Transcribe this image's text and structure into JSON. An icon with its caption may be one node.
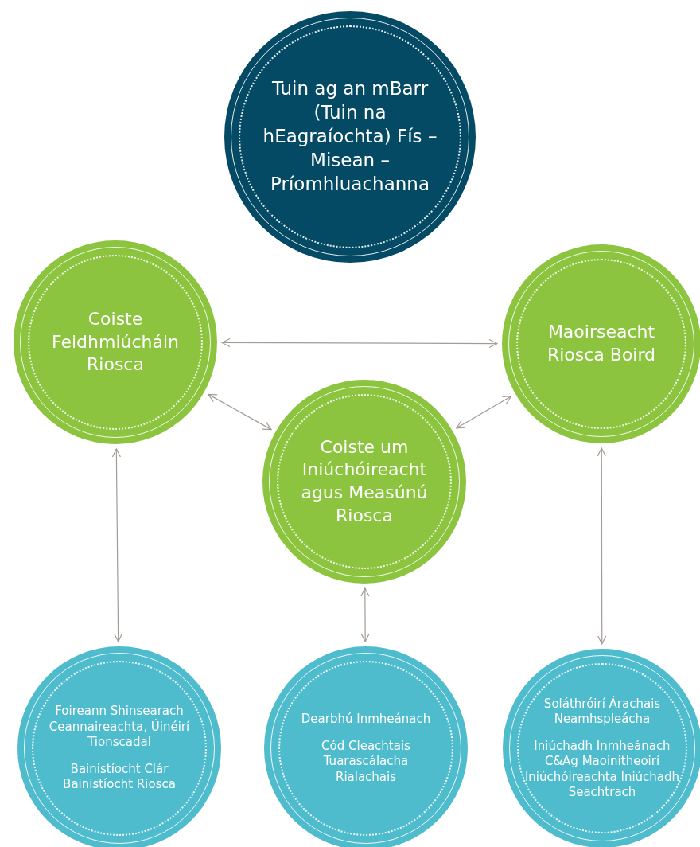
{
  "diagram": {
    "nodes": [
      {
        "text": [
          "Tuin ag an mBarr (Tuin na hEagraíochta) Fís – Misean – Príomhluachanna"
        ]
      },
      {
        "text": [
          "Coiste Feidhmiúcháin Riosca"
        ]
      },
      {
        "text": [
          "Maoirseacht Riosca Boird"
        ]
      },
      {
        "text": [
          "Coiste um Iniúchóireacht agus Measúnú Riosca"
        ]
      },
      {
        "text": [
          "Foireann Shinsearach Ceannaireachta, Úinéirí Tionscadal",
          "Bainistíocht Clár Bainistíocht Riosca"
        ]
      },
      {
        "text": [
          "Dearbhú Inmheánach",
          "Cód Cleachtais Tuarascálacha Rialachais"
        ]
      },
      {
        "text": [
          "Soláthróirí Árachais Neamhspleácha",
          "Iniúchadh Inmheánach C&Ag Maoinitheoirí Iniúchóireachta Iniúchadh Seachtrach"
        ]
      }
    ],
    "edges": [
      {
        "from": 1,
        "to": 2,
        "arrow": "both"
      },
      {
        "from": 1,
        "to": 3,
        "arrow": "both"
      },
      {
        "from": 2,
        "to": 3,
        "arrow": "both"
      },
      {
        "from": 1,
        "to": 4,
        "arrow": "both"
      },
      {
        "from": 3,
        "to": 5,
        "arrow": "both"
      },
      {
        "from": 2,
        "to": 6,
        "arrow": "both"
      }
    ]
  }
}
